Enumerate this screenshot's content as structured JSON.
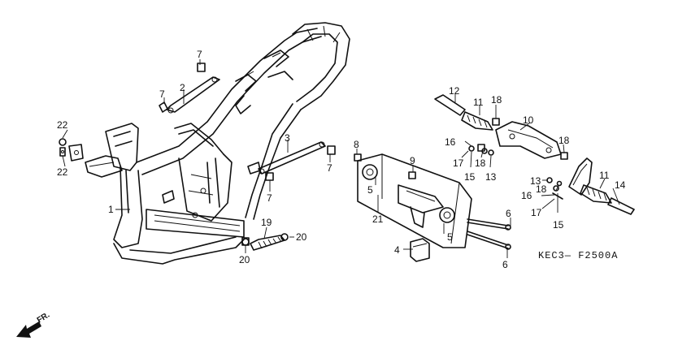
{
  "diagram_code": "KEC3— F2500A",
  "direction_label": "FR.",
  "callouts": [
    {
      "id": "c1",
      "label": "1"
    },
    {
      "id": "c2",
      "label": "2"
    },
    {
      "id": "c3",
      "label": "3"
    },
    {
      "id": "c4",
      "label": "4"
    },
    {
      "id": "c5a",
      "label": "5"
    },
    {
      "id": "c5b",
      "label": "5"
    },
    {
      "id": "c6a",
      "label": "6"
    },
    {
      "id": "c6b",
      "label": "6"
    },
    {
      "id": "c7a",
      "label": "7"
    },
    {
      "id": "c7b",
      "label": "7"
    },
    {
      "id": "c7c",
      "label": "7"
    },
    {
      "id": "c7d",
      "label": "7"
    },
    {
      "id": "c8",
      "label": "8"
    },
    {
      "id": "c9",
      "label": "9"
    },
    {
      "id": "c10",
      "label": "10"
    },
    {
      "id": "c11a",
      "label": "11"
    },
    {
      "id": "c11b",
      "label": "11"
    },
    {
      "id": "c12",
      "label": "12"
    },
    {
      "id": "c13a",
      "label": "13"
    },
    {
      "id": "c13b",
      "label": "13"
    },
    {
      "id": "c14",
      "label": "14"
    },
    {
      "id": "c15a",
      "label": "15"
    },
    {
      "id": "c15b",
      "label": "15"
    },
    {
      "id": "c16a",
      "label": "16"
    },
    {
      "id": "c16b",
      "label": "16"
    },
    {
      "id": "c17a",
      "label": "17"
    },
    {
      "id": "c17b",
      "label": "17"
    },
    {
      "id": "c18a",
      "label": "18"
    },
    {
      "id": "c18b",
      "label": "18"
    },
    {
      "id": "c18c",
      "label": "18"
    },
    {
      "id": "c18d",
      "label": "18"
    },
    {
      "id": "c19",
      "label": "19"
    },
    {
      "id": "c20a",
      "label": "20"
    },
    {
      "id": "c20b",
      "label": "20"
    },
    {
      "id": "c21",
      "label": "21"
    },
    {
      "id": "c22a",
      "label": "22"
    },
    {
      "id": "c22b",
      "label": "22"
    }
  ]
}
